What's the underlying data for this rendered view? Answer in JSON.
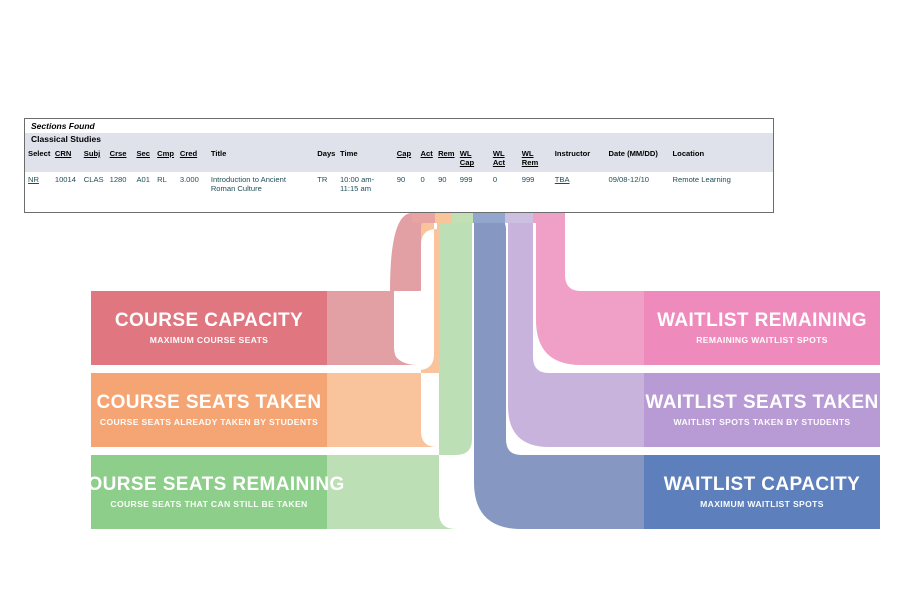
{
  "table": {
    "title": "Sections Found",
    "subject_heading": "Classical Studies",
    "headers": {
      "select": "Select",
      "crn": "CRN",
      "subj": "Subj",
      "crse": "Crse",
      "sec": "Sec",
      "cmp": "Cmp",
      "cred": "Cred",
      "title": "Title",
      "days": "Days",
      "time": "Time",
      "cap": "Cap",
      "act": "Act",
      "rem": "Rem",
      "wl_cap": "WL Cap",
      "wl_act": "WL Act",
      "wl_rem": "WL Rem",
      "instructor": "Instructor",
      "date": "Date (MM/DD)",
      "location": "Location"
    },
    "row": {
      "select": "NR",
      "crn": "10014",
      "subj": "CLAS",
      "crse": "1280",
      "sec": "A01",
      "cmp": "RL",
      "cred": "3.000",
      "title": "Introduction to Ancient Roman Culture",
      "days": "TR",
      "time": "10:00 am-11:15 am",
      "cap": "90",
      "act": "0",
      "rem": "90",
      "wl_cap": "999",
      "wl_act": "0",
      "wl_rem": "999",
      "instructor": "TBA",
      "date": "09/08-12/10",
      "location": "Remote Learning"
    }
  },
  "banners": {
    "left": [
      {
        "title": "COURSE CAPACITY",
        "subtitle": "MAXIMUM COURSE SEATS",
        "color": "#e0767f"
      },
      {
        "title": "COURSE SEATS TAKEN",
        "subtitle": "COURSE SEATS ALREADY TAKEN BY STUDENTS",
        "color": "#f5a573"
      },
      {
        "title": "COURSE SEATS REMAINING",
        "subtitle": "COURSE SEATS THAT CAN STILL BE TAKEN",
        "color": "#8dce8a"
      }
    ],
    "right": [
      {
        "title": "WAITLIST REMAINING",
        "subtitle": "REMAINING WAITLIST SPOTS",
        "color": "#ef8bbc"
      },
      {
        "title": "WAITLIST SEATS TAKEN",
        "subtitle": "WAITLIST SPOTS TAKEN BY STUDENTS",
        "color": "#b89ad4"
      },
      {
        "title": "WAITLIST CAPACITY",
        "subtitle": "MAXIMUM WAITLIST SPOTS",
        "color": "#5d80bc"
      }
    ]
  },
  "colors": {
    "cap": "#e0767f",
    "act": "#f5a573",
    "rem": "#8dce8a",
    "wl_cap": "#5d80bc",
    "wl_act": "#b89ad4",
    "wl_rem": "#ef8bbc",
    "ribbon_cap": "#e2a0a4",
    "ribbon_act": "#f9c49c",
    "ribbon_rem": "#bcdfb5",
    "ribbon_wl_cap": "#8698c2",
    "ribbon_wl_act": "#c8b3dc",
    "ribbon_wl_rem": "#f0a0c6"
  }
}
